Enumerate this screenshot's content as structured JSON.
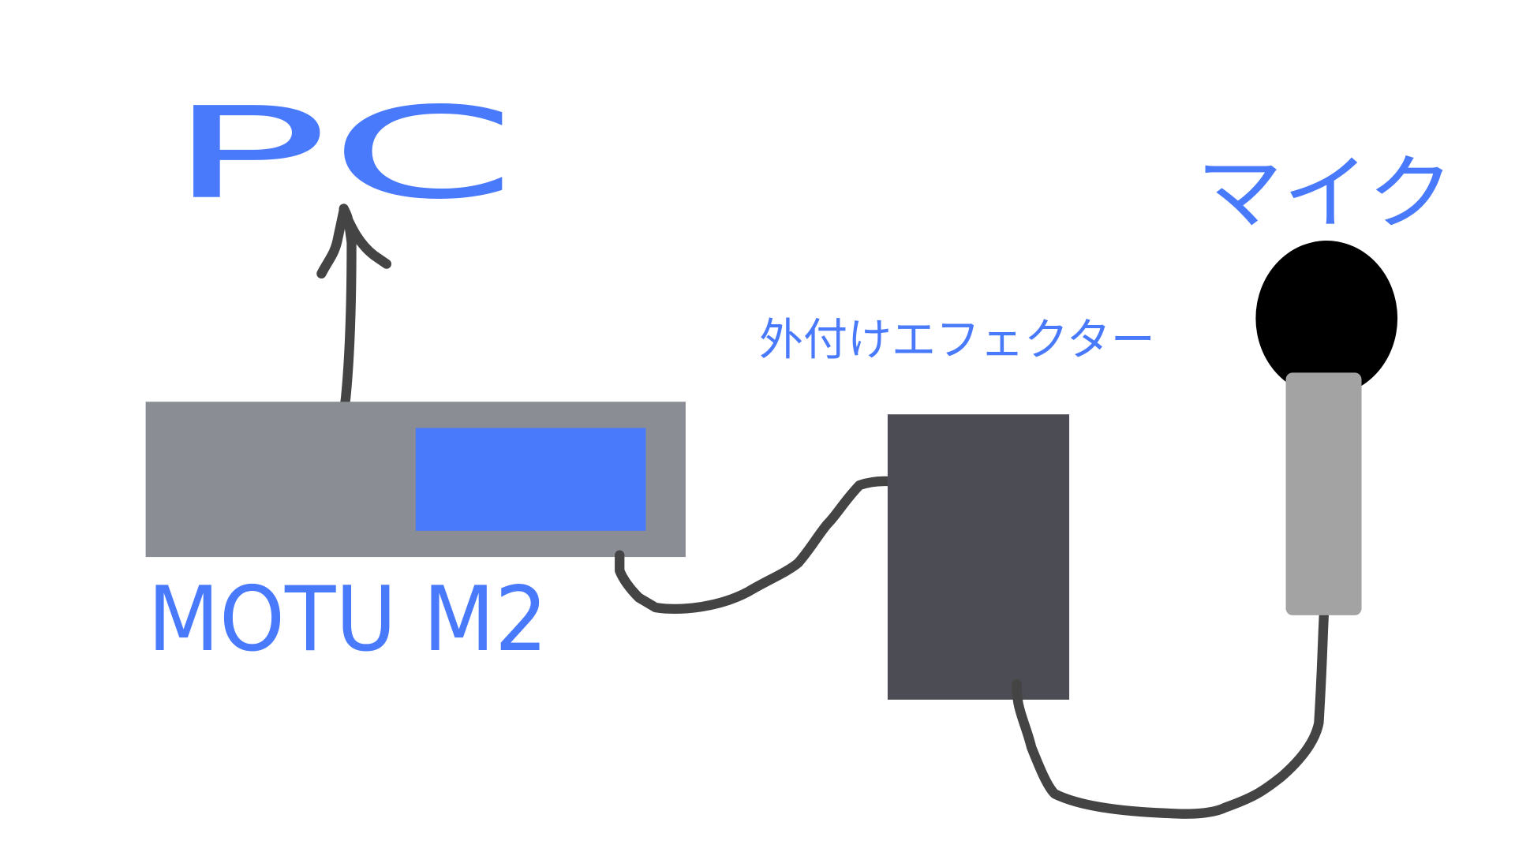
{
  "labels": {
    "pc": "PC",
    "interface": "MOTU M2",
    "effector": "外付けエフェクター",
    "mic": "マイク"
  },
  "colors": {
    "label": "#4a7afc",
    "interface_body": "#8a8d94",
    "interface_panel": "#4a7afc",
    "effector_body": "#4b4c54",
    "mic_head": "#000000",
    "mic_handle": "#a3a3a3",
    "cable": "#444444"
  }
}
